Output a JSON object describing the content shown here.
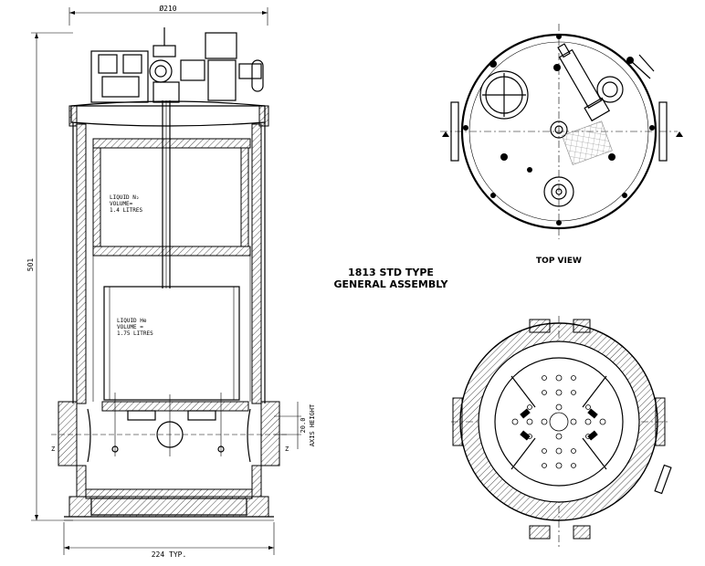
{
  "title": {
    "line1": "1813 STD TYPE",
    "line2": "GENERAL ASSEMBLY"
  },
  "views": {
    "top_view_label": "TOP VIEW"
  },
  "dimensions": {
    "diameter": "Ø210",
    "height": "501",
    "width": "224 TYP.",
    "axis_offset": "20.0",
    "axis_height": "AXIS HEIGHT",
    "z_left": "Z",
    "z_right": "Z"
  },
  "annotations": {
    "nitrogen_l1": "LIQUID N₂",
    "nitrogen_l2": "VOLUME=",
    "nitrogen_l3": "1.4 LITRES",
    "helium_l1": "LIQUID He",
    "helium_l2": "VOLUME =",
    "helium_l3": "1.75 LITRES"
  }
}
